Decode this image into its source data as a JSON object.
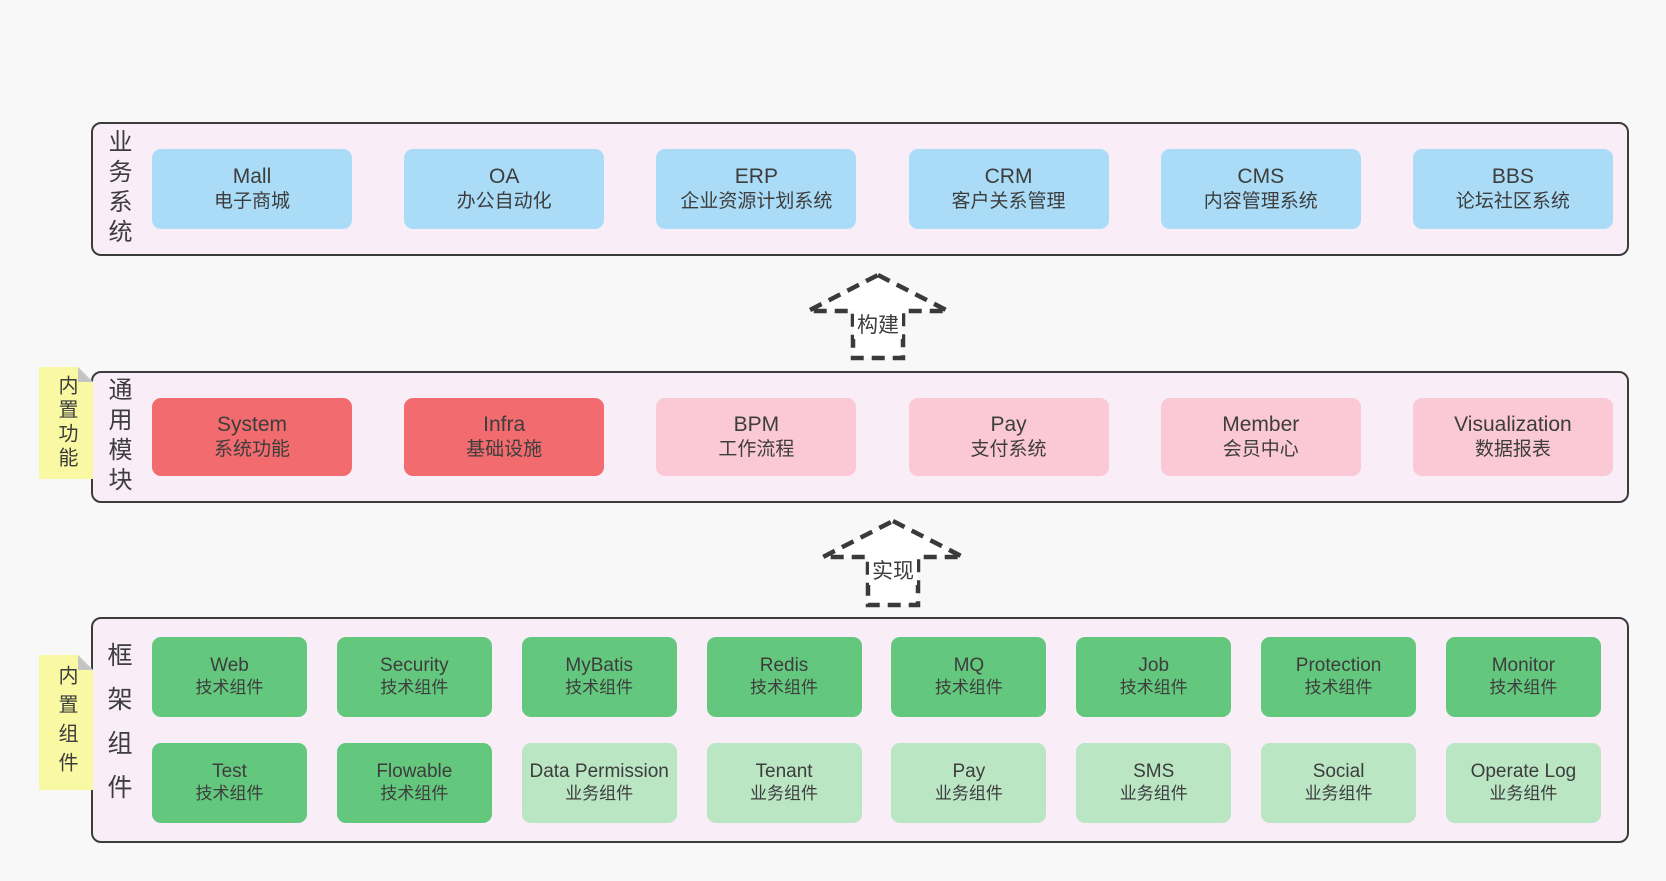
{
  "colors": {
    "page_bg": "#f8f8f8",
    "container_bg": "#f9edf7",
    "container_border": "#3c3c3c",
    "blue": "#aadcf7",
    "red": "#f26b6e",
    "pink": "#fac9d5",
    "green": "#63c87d",
    "light_green": "#bae6c4",
    "sticky": "#f9f9a3",
    "fold": "#c4c4c4",
    "text": "#3d3d3d",
    "arrow_stroke": "#3a3a3a"
  },
  "layers": {
    "business": {
      "label": "业务系统",
      "boxes": [
        {
          "name": "Mall",
          "desc": "电子商城",
          "variant": "blue"
        },
        {
          "name": "OA",
          "desc": "办公自动化",
          "variant": "blue"
        },
        {
          "name": "ERP",
          "desc": "企业资源计划系统",
          "variant": "blue"
        },
        {
          "name": "CRM",
          "desc": "客户关系管理",
          "variant": "blue"
        },
        {
          "name": "CMS",
          "desc": "内容管理系统",
          "variant": "blue"
        },
        {
          "name": "BBS",
          "desc": "论坛社区系统",
          "variant": "blue"
        }
      ]
    },
    "modules": {
      "label": "通用模块",
      "sticky": "内置功能",
      "boxes": [
        {
          "name": "System",
          "desc": "系统功能",
          "variant": "red"
        },
        {
          "name": "Infra",
          "desc": "基础设施",
          "variant": "red"
        },
        {
          "name": "BPM",
          "desc": "工作流程",
          "variant": "pink"
        },
        {
          "name": "Pay",
          "desc": "支付系统",
          "variant": "pink"
        },
        {
          "name": "Member",
          "desc": "会员中心",
          "variant": "pink"
        },
        {
          "name": "Visualization",
          "desc": "数据报表",
          "variant": "pink"
        }
      ]
    },
    "components": {
      "label": "框架组件",
      "sticky": "内置组件",
      "rows": [
        [
          {
            "name": "Web",
            "desc": "技术组件",
            "variant": "green"
          },
          {
            "name": "Security",
            "desc": "技术组件",
            "variant": "green"
          },
          {
            "name": "MyBatis",
            "desc": "技术组件",
            "variant": "green"
          },
          {
            "name": "Redis",
            "desc": "技术组件",
            "variant": "green"
          },
          {
            "name": "MQ",
            "desc": "技术组件",
            "variant": "green"
          },
          {
            "name": "Job",
            "desc": "技术组件",
            "variant": "green"
          },
          {
            "name": "Protection",
            "desc": "技术组件",
            "variant": "green"
          },
          {
            "name": "Monitor",
            "desc": "技术组件",
            "variant": "green"
          }
        ],
        [
          {
            "name": "Test",
            "desc": "技术组件",
            "variant": "green"
          },
          {
            "name": "Flowable",
            "desc": "技术组件",
            "variant": "green"
          },
          {
            "name": "Data Permission",
            "desc": "业务组件",
            "variant": "lightgreen"
          },
          {
            "name": "Tenant",
            "desc": "业务组件",
            "variant": "lightgreen"
          },
          {
            "name": "Pay",
            "desc": "业务组件",
            "variant": "lightgreen"
          },
          {
            "name": "SMS",
            "desc": "业务组件",
            "variant": "lightgreen"
          },
          {
            "name": "Social",
            "desc": "业务组件",
            "variant": "lightgreen"
          },
          {
            "name": "Operate Log",
            "desc": "业务组件",
            "variant": "lightgreen"
          }
        ]
      ]
    }
  },
  "arrows": [
    {
      "label": "构建"
    },
    {
      "label": "实现"
    }
  ]
}
